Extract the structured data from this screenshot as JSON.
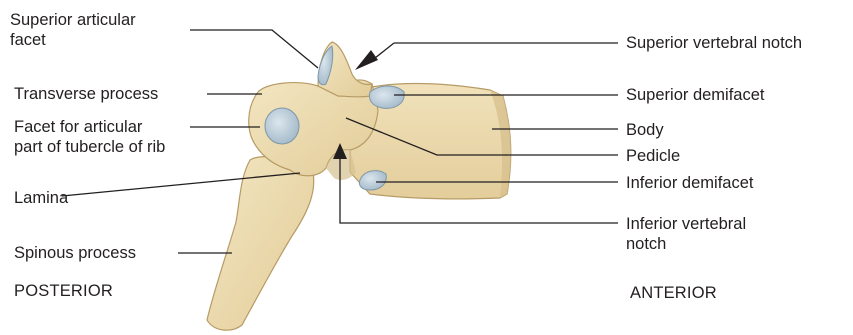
{
  "labels_left": {
    "superior_articular_facet_1": "Superior articular",
    "superior_articular_facet_2": "facet",
    "transverse_process": "Transverse process",
    "facet_tubercle_1": "Facet for articular",
    "facet_tubercle_2": "part of tubercle of rib",
    "lamina": "Lamina",
    "spinous_process": "Spinous process"
  },
  "labels_right": {
    "superior_vertebral_notch": "Superior vertebral notch",
    "superior_demifacet": "Superior demifacet",
    "body": "Body",
    "pedicle": "Pedicle",
    "inferior_demifacet": "Inferior demifacet",
    "inferior_vertebral_notch_1": "Inferior vertebral",
    "inferior_vertebral_notch_2": "notch"
  },
  "orientation": {
    "posterior": "POSTERIOR",
    "anterior": "ANTERIOR"
  },
  "colors": {
    "bone": "#ecdcb3",
    "bone_shadow": "#d6c08f",
    "bone_outline": "#b79b66",
    "cartilage_facet": "#b9cad6",
    "facet_outline": "#7f97a8",
    "leader_line": "#231f20"
  }
}
